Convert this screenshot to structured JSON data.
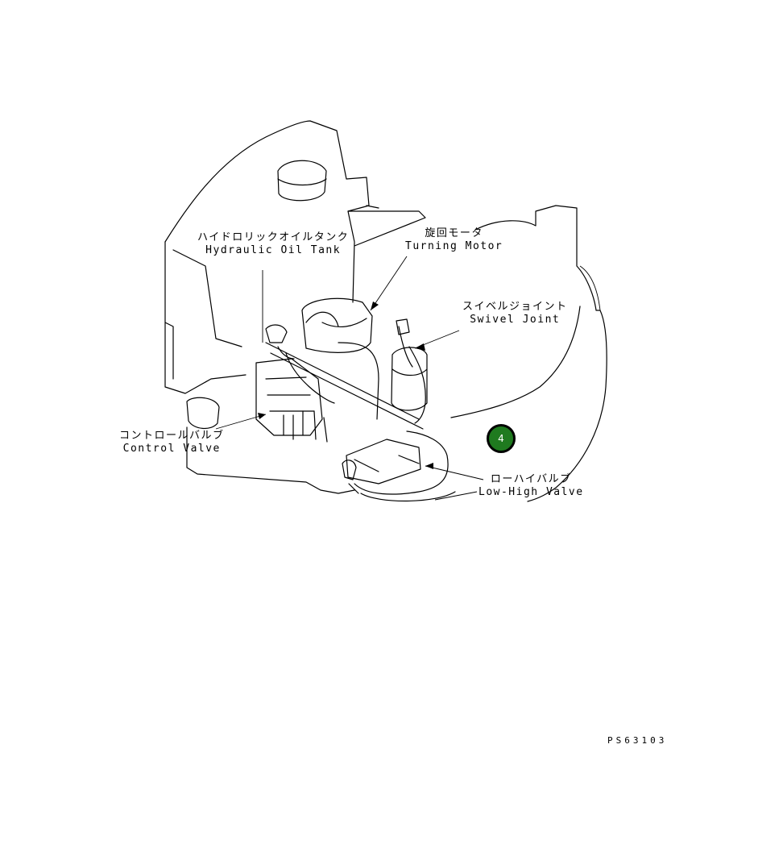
{
  "labels": {
    "hydraulic_oil_tank": {
      "jp": "ハイドロリックオイルタンク",
      "en": "Hydraulic Oil Tank"
    },
    "turning_motor": {
      "jp": "旋回モータ",
      "en": "Turning Motor"
    },
    "swivel_joint": {
      "jp": "スイベルジョイント",
      "en": "Swivel Joint"
    },
    "control_valve": {
      "jp": "コントロールバルブ",
      "en": "Control Valve"
    },
    "low_high_valve": {
      "jp": "ローハイバルブ",
      "en": "Low-High Valve"
    }
  },
  "callout": {
    "number": "4",
    "color": "#1f7a1f"
  },
  "drawing_code": "PS63103"
}
